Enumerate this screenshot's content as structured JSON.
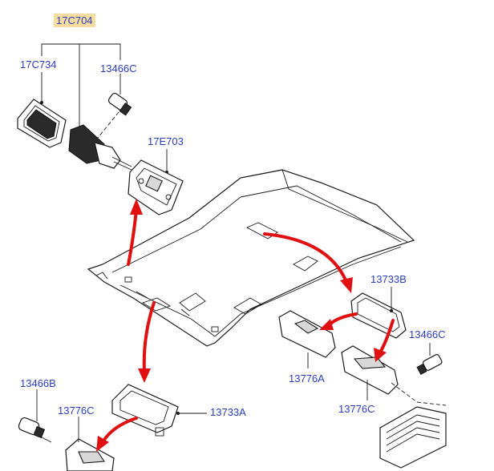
{
  "callouts": {
    "assembly": "17C704",
    "frame_left": "17C734",
    "bulb_top": "13466C",
    "bracket": "17E703",
    "bezel_right": "13733B",
    "bulb_right": "13466C",
    "lamp_right_upper": "13776A",
    "lamp_right_lower": "13776C",
    "bulb_left": "13466B",
    "lamp_left": "13776C",
    "bezel_left": "13733A"
  },
  "colors": {
    "label_text": "#2a3fbf",
    "highlight_bg": "#f7dca0",
    "arrow": "#e01010",
    "line_art": "#1a1a1a"
  }
}
